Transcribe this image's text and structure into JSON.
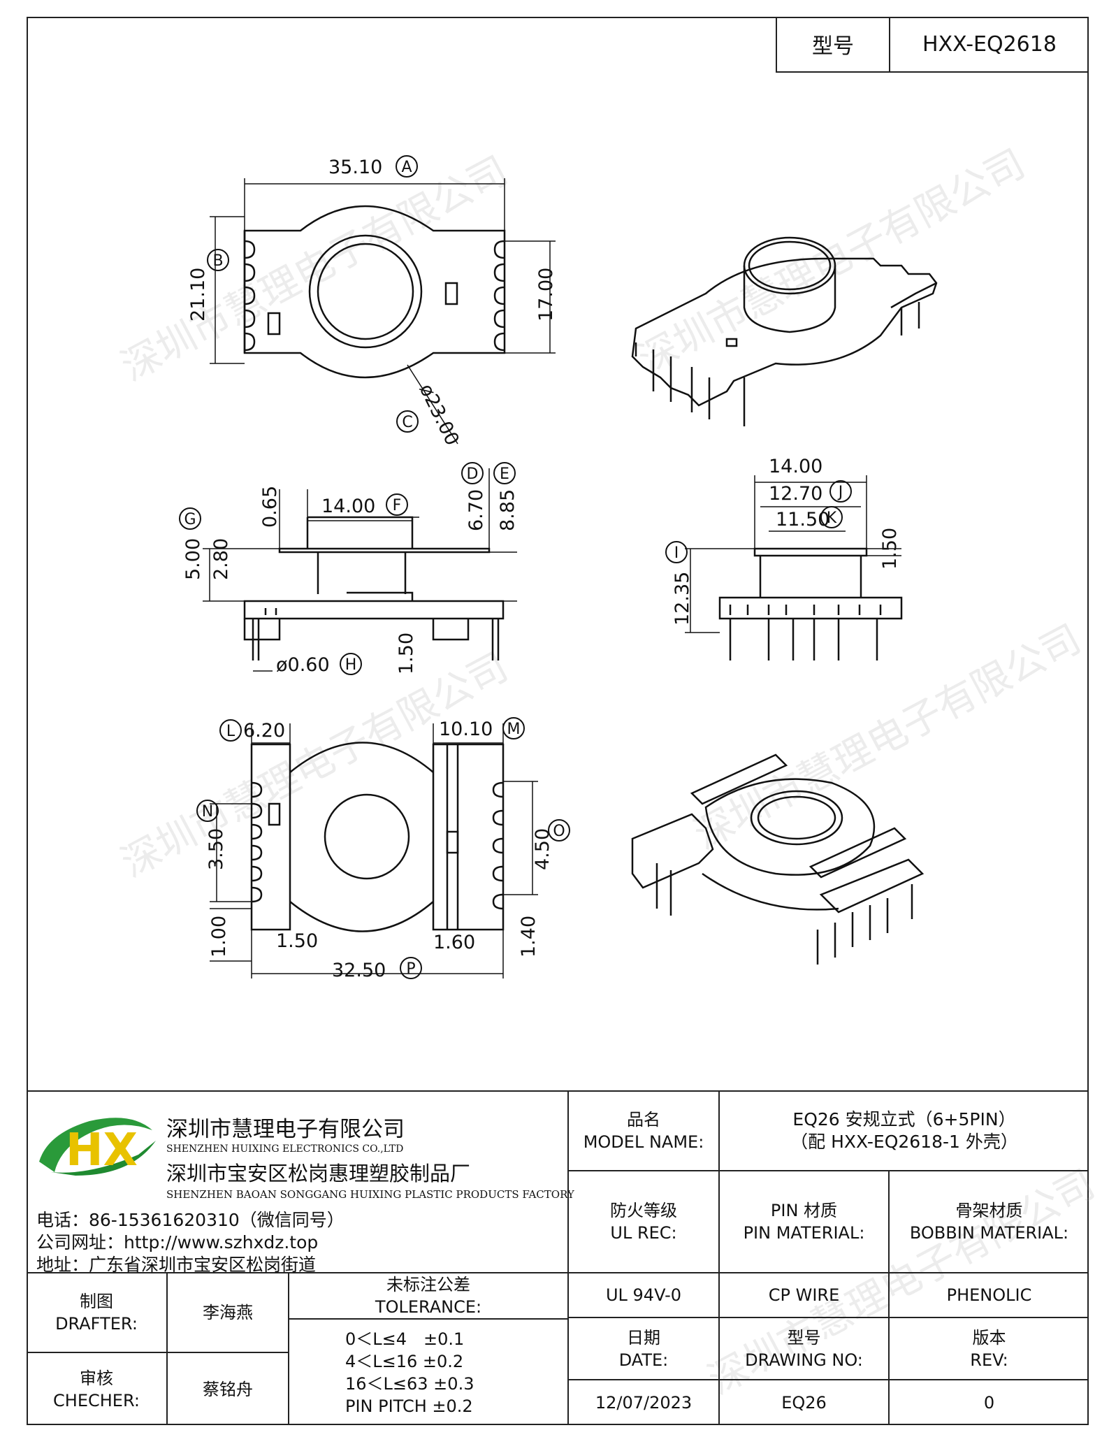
{
  "header": {
    "model_label": "型号",
    "model_value": "HXX-EQ2618"
  },
  "dims": {
    "top_width": "35.10",
    "left_height": "21.10",
    "right_height": "17.00",
    "diameter": "ø23.00",
    "side_0_65": "0.65",
    "side_14": "14.00",
    "side_6_70": "6.70",
    "side_8_85": "8.85",
    "side_5_00": "5.00",
    "side_2_80": "2.80",
    "side_pin_dia": "ø0.60",
    "side_1_50": "1.50",
    "front_14": "14.00",
    "front_12_70": "12.70",
    "front_11_50": "11.50",
    "front_1_50": "1.50",
    "front_12_35": "12.35",
    "bottom_6_20": "6.20",
    "bottom_10_10": "10.10",
    "bottom_3_50": "3.50",
    "bottom_4_50": "4.50",
    "bottom_1_00": "1.00",
    "bottom_1_50": "1.50",
    "bottom_1_60": "1.60",
    "bottom_1_40": "1.40",
    "bottom_32_50": "32.50"
  },
  "callouts": {
    "A": "A",
    "B": "B",
    "C": "C",
    "D": "D",
    "E": "E",
    "F": "F",
    "G": "G",
    "H": "H",
    "I": "I",
    "J": "J",
    "K": "K",
    "L": "L",
    "M": "M",
    "N": "N",
    "O": "O",
    "P": "P"
  },
  "watermark": "深圳市慧理电子有限公司",
  "company": {
    "logo": "HX",
    "name1": "深圳市慧理电子有限公司",
    "name1_en": "SHENZHEN HUIXING ELECTRONICS CO.,LTD",
    "name2": "深圳市宝安区松岗惠理塑胶制品厂",
    "name2_en": "SHENZHEN BAOAN SONGGANG HUIXING PLASTIC PRODUCTS FACTORY",
    "phone": "电话：86-15361620310（微信同号）",
    "website": "公司网址：http://www.szhxdz.top",
    "address": "地址：广东省深圳市宝安区松岗街道"
  },
  "title_block": {
    "product_name_cn": "品名",
    "product_name_en": "MODEL NAME:",
    "product_value_1": "EQ26 安规立式（6+5PIN）",
    "product_value_2": "（配 HXX-EQ2618-1 外壳）",
    "fire_cn": "防火等级",
    "fire_en": "UL REC:",
    "pin_cn": "PIN 材质",
    "pin_en": "PIN MATERIAL:",
    "bobbin_cn": "骨架材质",
    "bobbin_en": "BOBBIN MATERIAL:",
    "fire_value": "UL 94V-0",
    "pin_value": "CP WIRE",
    "bobbin_value": "PHENOLIC",
    "date_cn": "日期",
    "date_en": "DATE:",
    "drawing_cn": "型号",
    "drawing_en": "DRAWING NO:",
    "rev_cn": "版本",
    "rev_en": "REV:",
    "date_value": "12/07/2023",
    "drawing_value": "EQ26",
    "rev_value": "0",
    "drafter_cn": "制图",
    "drafter_en": "DRAFTER:",
    "drafter_value": "李海燕",
    "checker_cn": "审核",
    "checker_en": "CHECHER:",
    "checker_value": "蔡铭舟",
    "tol_cn": "未标注公差",
    "tol_en": "TOLERANCE:",
    "tol_1": "0＜L≤4　±0.1",
    "tol_2": "4＜L≤16 ±0.2",
    "tol_3": "16＜L≤63 ±0.3",
    "tol_4": "PIN PITCH ±0.2"
  }
}
